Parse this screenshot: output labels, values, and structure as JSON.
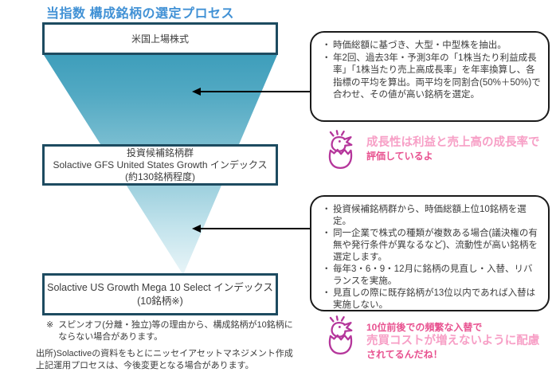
{
  "title": "当指数 構成銘柄の選定プロセス",
  "funnel": {
    "stage1": {
      "line1": "米国上場株式"
    },
    "stage2": {
      "line1": "投資候補銘柄群",
      "line2": "Solactive GFS United States Growth インデックス",
      "line3": "(約130銘柄程度)"
    },
    "stage3": {
      "line1": "Solactive US Growth Mega 10 Select インデックス",
      "line2": "(10銘柄※)"
    }
  },
  "callout1": {
    "bullets": [
      "時価総額に基づき、大型・中型株を抽出。",
      "年2回、過去3年・予測3年の「1株当たり利益成長率」「1株当たり売上高成長率」を年率換算し、各指標の平均を算出。両平均を同割合(50%＋50%)で合わせ、その値が高い銘柄を選定。"
    ]
  },
  "callout2": {
    "bullets": [
      "投資候補銘柄群から、時価総額上位10銘柄を選定。",
      "同一企業で株式の種類が複数ある場合(議決権の有無や発行条件が異なるなど)、流動性が高い銘柄を選定します。",
      "毎年3・6・9・12月に銘柄の見直し・入替、リバランスを実施。",
      "見直しの際に既存銘柄が13位以内であれば入替は実施しない。"
    ]
  },
  "bubble1": {
    "line1": "成長性は利益と売上高の成長率で",
    "line2": "評価しているよ"
  },
  "bubble2": {
    "line1": "10位前後での頻繁な入替で",
    "line2": "売買コストが増えないように配慮",
    "line3": "されてるんだね！"
  },
  "footnote": {
    "marker": "※",
    "line1": "スピンオフ(分離・独立)等の理由から、構成銘柄が10銘柄に",
    "line2": "ならない場合があります。"
  },
  "source": {
    "line1": "出所)Solactiveの資料をもとにニッセイアセットマネジメント作成",
    "line2": "上記運用プロセスは、今後変更となる場合があります。"
  },
  "icons": {
    "chick": "hatching-chick-icon"
  },
  "colors": {
    "title_blue": "#4191d5",
    "box_border": "#1d4b60",
    "funnel_top": "#3e9ebb",
    "funnel_bottom": "#e9f5f8",
    "callout_border": "#1a1a1a",
    "pink_dark": "#e85290",
    "pink_light": "#f79fc6",
    "icon_magenta": "#b5369b"
  }
}
